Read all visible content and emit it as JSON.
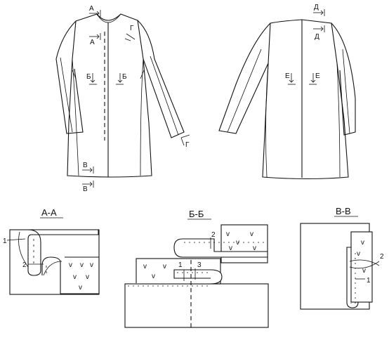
{
  "front_view": {
    "markers": {
      "a_top": "А",
      "a_mid": "А",
      "g_top": "Г",
      "b_left": "Б",
      "b_right": "Б",
      "g_cuff": "Г",
      "v_top": "В",
      "v_bottom": "В"
    }
  },
  "back_view": {
    "markers": {
      "d_top": "Д",
      "d_bottom": "Д",
      "e_left": "Е",
      "e_right": "Е"
    }
  },
  "sections": {
    "aa": {
      "title": "А-А",
      "labels": {
        "n1": "1",
        "n2": "2"
      }
    },
    "bb": {
      "title": "Б-Б",
      "labels": {
        "n1": "1",
        "n2": "2",
        "n3": "3"
      }
    },
    "vv": {
      "title": "В-В",
      "labels": {
        "n1": "1",
        "n2": "2"
      }
    }
  },
  "check_mark": "v"
}
